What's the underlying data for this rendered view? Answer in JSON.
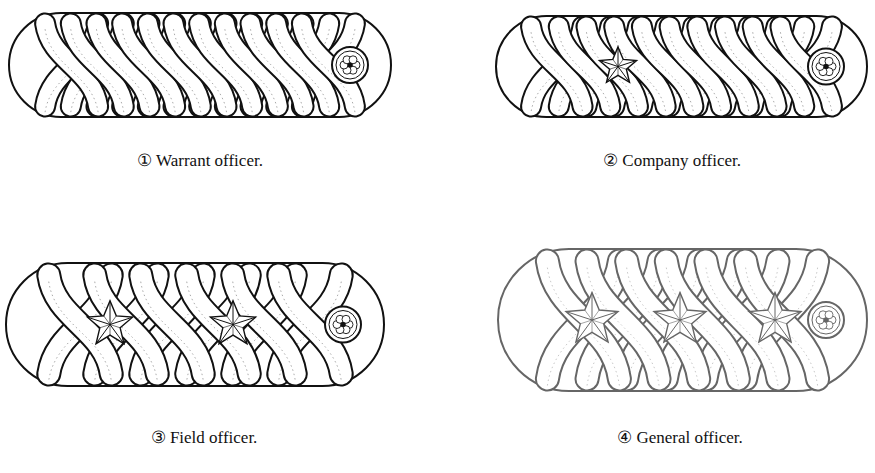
{
  "diagram": {
    "labels": [
      "① Warrant officer.",
      "② Company officer.",
      "③ Field officer.",
      "④ General officer."
    ]
  }
}
